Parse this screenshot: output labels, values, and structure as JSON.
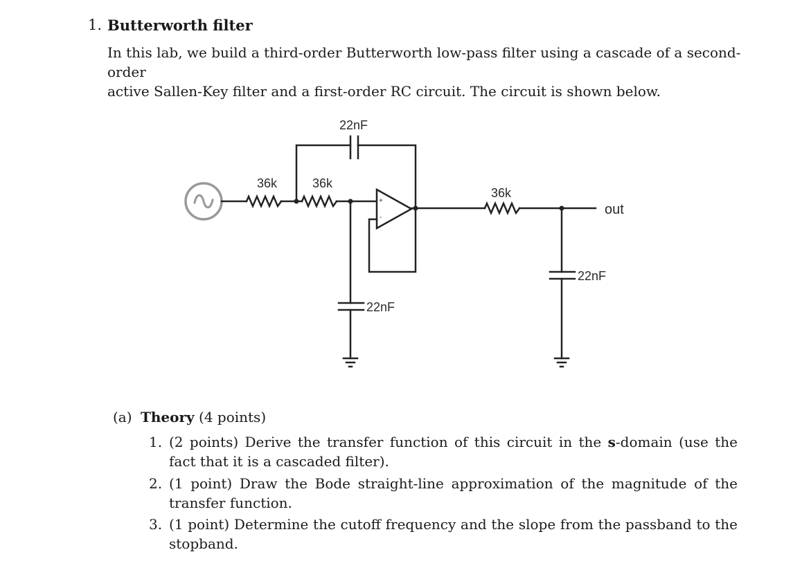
{
  "section": {
    "number": "1.",
    "title": "Butterworth filter",
    "intro_line1": "In this lab, we build a third-order Butterworth low-pass filter using a cascade of a second-order",
    "intro_line2": "active Sallen-Key filter and a first-order RC circuit. The circuit is shown below."
  },
  "circuit": {
    "feedback_capacitor": "22nF",
    "resistor1": "36k",
    "resistor2": "36k",
    "resistor3": "36k",
    "ground_capacitor1": "22nF",
    "ground_capacitor2": "22nF",
    "opamp_plus": "+",
    "opamp_minus": "-",
    "output_label": "out"
  },
  "part_a": {
    "label": "(a)",
    "title": "Theory",
    "points": "(4 points)",
    "items": [
      {
        "num": "1.",
        "text_before": "(2 points) Derive the transfer function of this circuit in the ",
        "bold": "s",
        "text_after": "-domain (use the fact that it is a cascaded filter)."
      },
      {
        "num": "2.",
        "text": "(1 point) Draw the Bode straight-line approximation of the magnitude of the transfer function."
      },
      {
        "num": "3.",
        "text": "(1 point) Determine the cutoff frequency and the slope from the passband to the stopband."
      }
    ]
  }
}
